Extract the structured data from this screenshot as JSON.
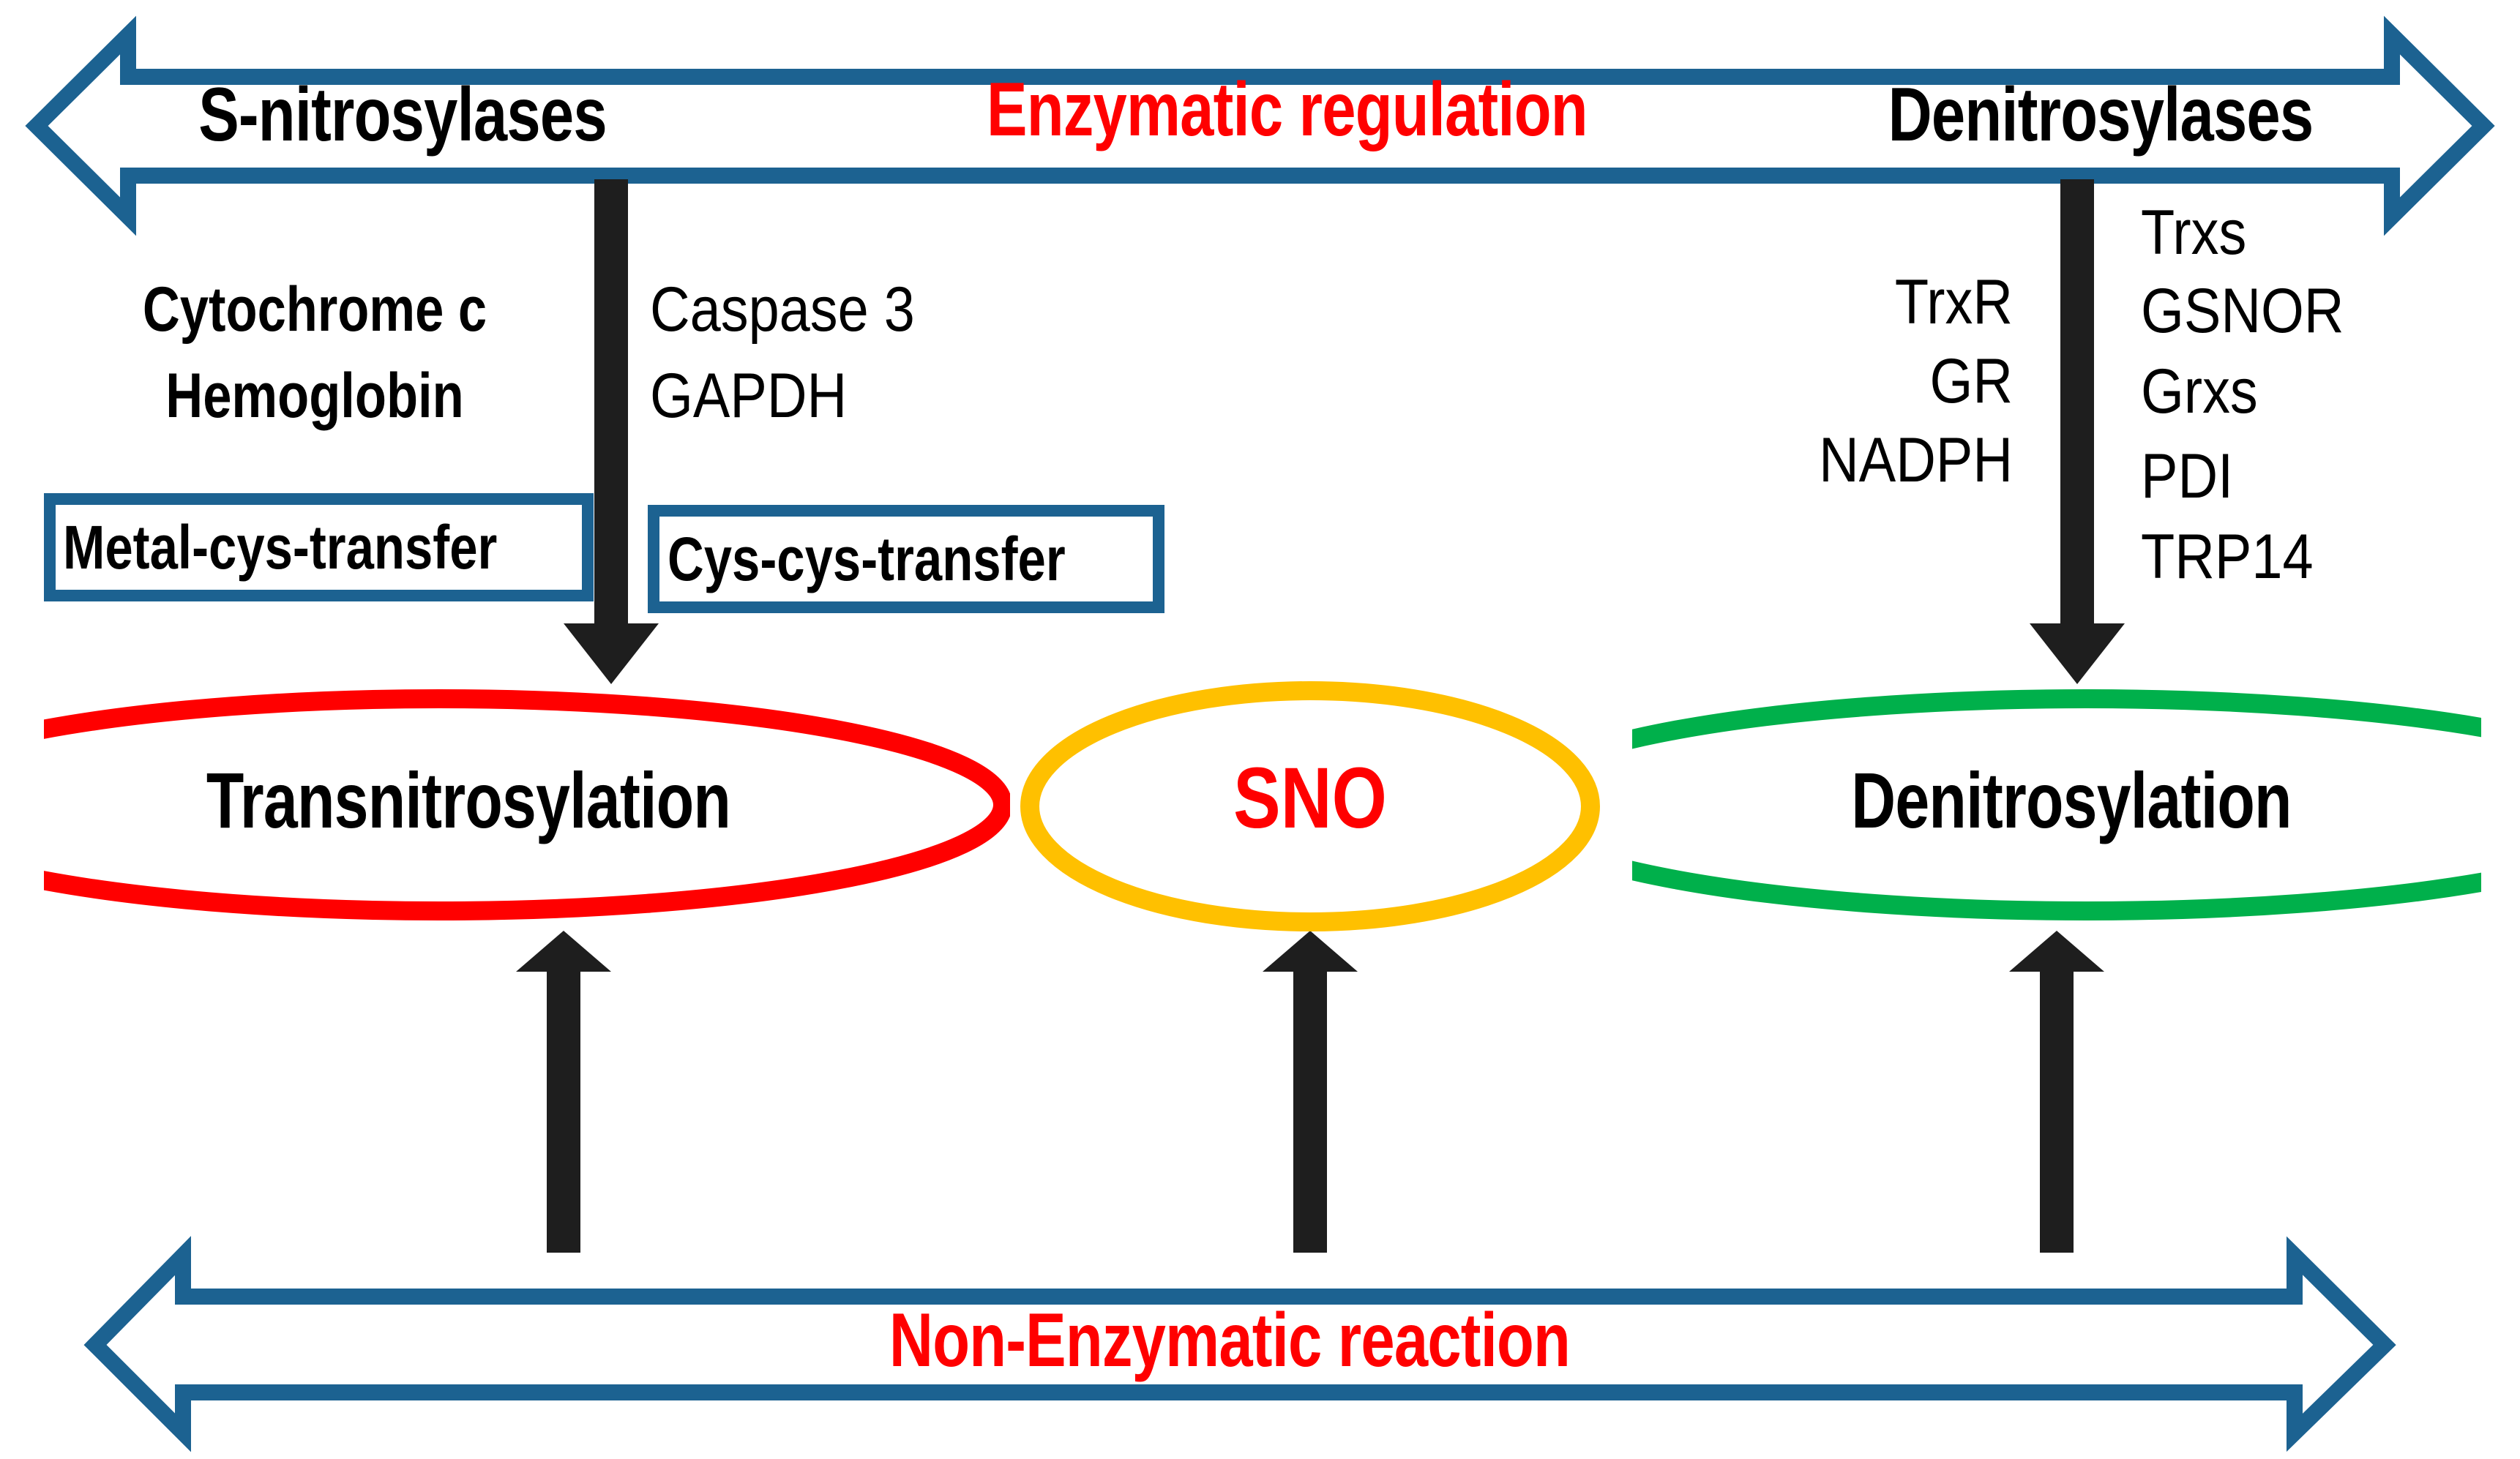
{
  "figure": {
    "title_semantics": "S-nitrosylation / denitrosylation regulation schematic",
    "background": "#FFFFFF"
  },
  "colors": {
    "arrow_blue": "#1C6291",
    "accent_red": "#FF0000",
    "oval_red": "#FF0000",
    "oval_amber": "#FFC000",
    "oval_green": "#00B04B",
    "arrow_black": "#1E1E1E",
    "text_black": "#000000"
  },
  "top_band": {
    "center_label": "Enzymatic regulation",
    "left_label": "S-nitrosylases",
    "right_label": "Denitrosylases",
    "arrow_direction": "double"
  },
  "bottom_band": {
    "center_label": "Non-Enzymatic reaction",
    "arrow_direction": "double"
  },
  "left_branch": {
    "column_a": {
      "items": [
        "Cytochrome c",
        "Hemoglobin"
      ],
      "box_label": "Metal-cys-transfer"
    },
    "column_b": {
      "items": [
        "Caspase 3",
        "GAPDH"
      ],
      "box_label": "Cys-cys-transfer"
    }
  },
  "right_branch": {
    "column_a": {
      "items": [
        "TrxR",
        "GR",
        "NADPH"
      ]
    },
    "column_b": {
      "items": [
        "Trxs",
        "GSNOR",
        "Grxs",
        "PDI",
        "TRP14"
      ]
    }
  },
  "nodes": {
    "transnitrosylation": "Transnitrosylation",
    "sno": "SNO",
    "denitrosylation": "Denitrosylation"
  }
}
